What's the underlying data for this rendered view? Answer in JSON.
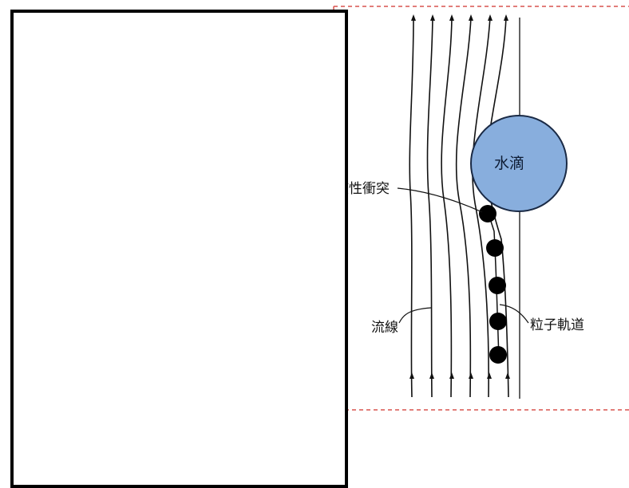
{
  "diagram": {
    "labels": {
      "droplet": "水滴",
      "inertial_impact": "慣性衝突",
      "streamline": "流線",
      "particle_trajectory": "粒子軌道"
    },
    "colors": {
      "droplet_fill": "#88aedd",
      "droplet_stroke": "#1a2a45",
      "line": "#111111",
      "particle": "#000000",
      "dashed_border": "#d9534f"
    },
    "particle_count": 5,
    "streamline_count": 6
  }
}
